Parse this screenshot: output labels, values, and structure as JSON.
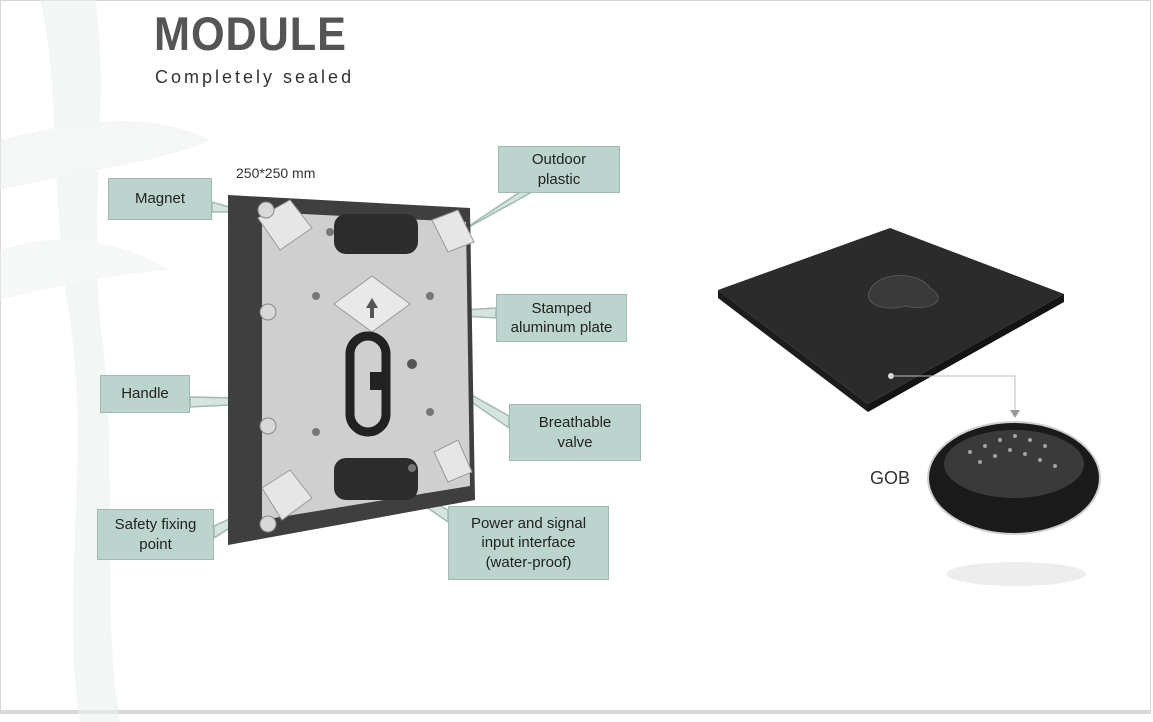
{
  "header": {
    "title": "MODULE",
    "subtitle": "Completely sealed"
  },
  "dimension_label": "250*250 mm",
  "callouts": {
    "magnet": "Magnet",
    "outdoor_plastic": "Outdoor\nplastic",
    "stamped_plate": "Stamped\naluminum plate",
    "handle": "Handle",
    "breathable_valve": "Breathable\nvalve",
    "safety_point": "Safety fixing\npoint",
    "power_interface": "Power and signal\ninput interface\n(water-proof)"
  },
  "gob_label": "GOB",
  "colors": {
    "callout_fill": "#bcd4ce",
    "module_frame": "#4a4a4a",
    "plate": "#cfcfcf"
  }
}
